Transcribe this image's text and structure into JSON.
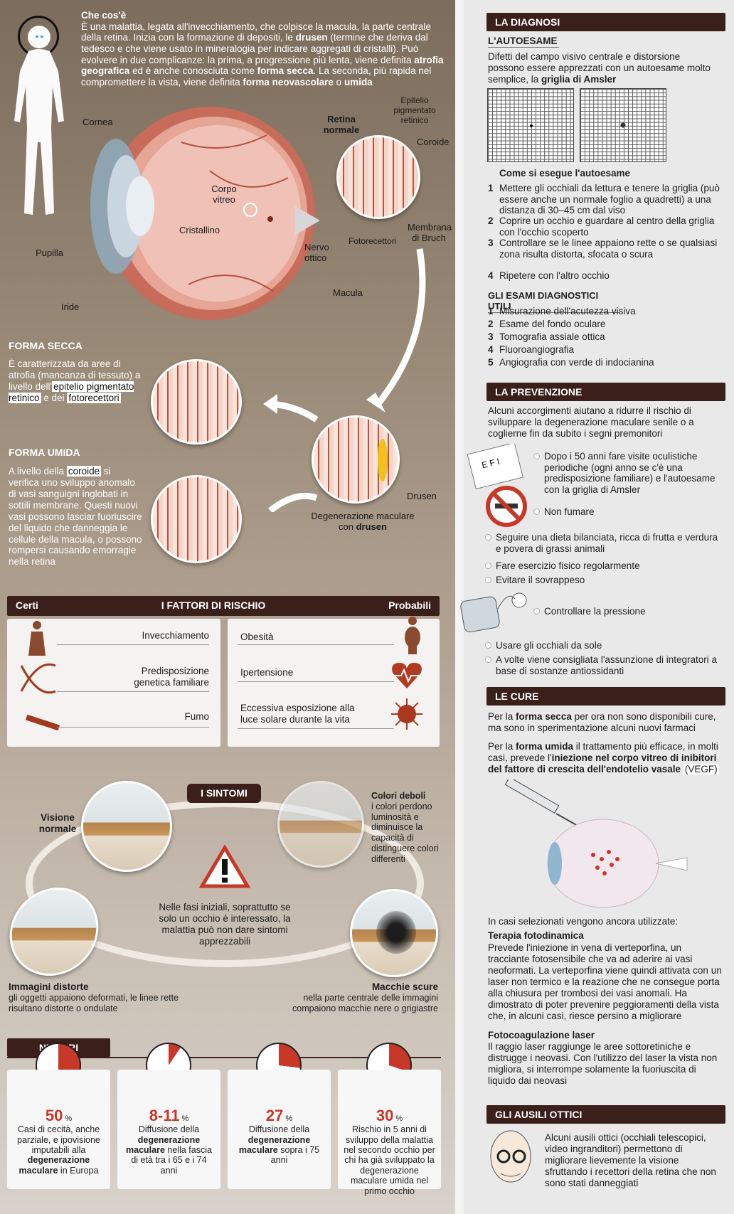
{
  "intro": {
    "title": "Che cos'è",
    "p1": "È una malattia, legata all'invecchiamento, che colpisce la macula, la parte centrale della retina. Inizia con la formazione di depositi, le ",
    "drusen": "drusen",
    "p2": " (termine che deriva dal tedesco e che viene usato in mineralogia per indicare aggregati di cristalli). Può evolvere in due complicanze: la prima, a progressione più lenta, viene definita ",
    "atrofia": "atrofia geografica",
    "p3": " ed è anche conosciuta come ",
    "secca": "forma secca",
    "p4": ". La seconda, più rapida nel compromettere la vista, viene definita ",
    "neo": "forma neovascolare",
    "p5": " o ",
    "umida": "umida"
  },
  "eye_labels": {
    "cornea": "Cornea",
    "corpo_vitreo": "Corpo vitreo",
    "cristallino": "Cristallino",
    "pupilla": "Pupilla",
    "iride": "Iride",
    "nervo_ottico": "Nervo ottico",
    "macula": "Macula",
    "retina_normale": "Retina normale",
    "epitelio": "Epitelio pigmentato retinico",
    "coroide": "Coroide",
    "membrana": "Membrana di Bruch",
    "fotorecettori": "Fotorecettori",
    "drusen": "Drusen",
    "degenerazione": "Degenerazione maculare con ",
    "degenerazione_b": "drusen"
  },
  "forma_secca": {
    "title": "FORMA SECCA",
    "t1": "È caratterizzata da aree di atrofia (mancanza di tessuto) a livello dell'",
    "h1": "epitelio pigmentato retinico",
    "t2": " e dei ",
    "h2": "fotorecettori"
  },
  "forma_umida": {
    "title": "FORMA UMIDA",
    "t1": "A livello della ",
    "h1": "coroide",
    "t2": " si verifica uno sviluppo anomalo di vasi sanguigni inglobati in sottili membrane. Questi nuovi vasi possono lasciar fuoriuscire del liquido che danneggia le cellule della macula, o possono rompersi causando emorragie nella retina"
  },
  "fattori": {
    "certi": "Certi",
    "title": "I FATTORI DI RISCHIO",
    "probabili": "Probabili",
    "left": [
      "Invecchiamento",
      "Predisposizione genetica familiare",
      "Fumo"
    ],
    "right": [
      "Obesità",
      "Ipertensione",
      "Eccessiva esposizione alla luce solare durante la vita"
    ]
  },
  "sintomi": {
    "title": "I SINTOMI",
    "center": "Nelle fasi iniziali, soprattutto se solo un occhio è interessato, la malattia può non dare sintomi apprezzabili",
    "visione_normale": "Visione normale",
    "colori_title": "Colori deboli",
    "colori_text": "i colori perdono luminosità e diminuisce la capacità di distinguere colori differenti",
    "distorte_title": "Immagini distorte",
    "distorte_text": "gli oggetti appaiono deformati, le linee rette risultano distorte o ondulate",
    "macchie_title": "Macchie scure",
    "macchie_text": "nella parte centrale delle immagini compaiono macchie nere o grigiastre"
  },
  "numeri": {
    "title": "NUMERI",
    "items": [
      {
        "value": "50",
        "unit": "%",
        "text1": "Casi di cecità, anche parziale, e ipovisione imputabili alla ",
        "bold": "degenerazione maculare",
        "text2": " in Europa",
        "fraction": 0.5
      },
      {
        "value": "8-11",
        "unit": "%",
        "text1": "Diffusione della ",
        "bold": "degenerazione maculare",
        "text2": " nella fascia di età tra i 65 e i 74 anni",
        "fraction": 0.095
      },
      {
        "value": "27",
        "unit": "%",
        "text1": "Diffusione della ",
        "bold": "degenerazione maculare",
        "text2": " sopra i 75 anni",
        "fraction": 0.27
      },
      {
        "value": "30",
        "unit": "%",
        "text1": "Rischio in 5 anni di sviluppo della malattia nel secondo occhio per chi ha già sviluppato la degenerazione maculare umida nel primo occhio",
        "bold": "",
        "text2": "",
        "fraction": 0.3
      }
    ]
  },
  "diagnosi": {
    "title": "LA DIAGNOSI",
    "autoesame_title": "L'AUTOESAME",
    "autoesame_text": "Difetti del campo visivo centrale e distorsione possono essere apprezzati con un autoesame molto semplice, la ",
    "amsler": "griglia di Amsler",
    "come_title": "Come si esegue l'autoesame",
    "steps": [
      "Mettere gli occhiali da lettura e tenere la griglia (può essere anche un normale foglio a quadretti) a una distanza di 30–45 cm dal viso",
      "Coprire un occhio e guardare al centro della griglia con l'occhio scoperto",
      "Controllare se le linee appaiono rette o se qualsiasi zona risulta distorta, sfocata o scura",
      "Ripetere con l'altro occhio"
    ],
    "esami_title": "GLI ESAMI DIAGNOSTICI UTILI",
    "esami": [
      "Misurazione dell'acutezza visiva",
      "Esame del fondo oculare",
      "Tomografia assiale ottica",
      "Fluoroangiografia",
      "Angiografia con verde di indocianina"
    ]
  },
  "prevenzione": {
    "title": "LA PREVENZIONE",
    "intro": "Alcuni accorgimenti aiutano a ridurre il rischio di sviluppare la degenerazione maculare senile o a coglierne fin da subito i segni premonitori",
    "items": [
      "Dopo i 50 anni fare visite oculistiche periodiche (ogni anno se c'è una predisposizione familiare) e l'autoesame con la griglia di Amsler",
      "Non fumare",
      "Seguire una dieta bilanciata, ricca di frutta e verdura e povera di grassi animali",
      "Fare esercizio fisico regolarmente",
      "Evitare il sovrappeso",
      "Controllare la pressione",
      "Usare gli occhiali da sole",
      "A volte viene consigliata l'assunzione di integratori a base di sostanze antiossidanti"
    ]
  },
  "cure": {
    "title": "LE CURE",
    "p1a": "Per la ",
    "p1b": "forma secca",
    "p1c": " per ora non sono disponibili cure, ma sono in sperimentazione alcuni nuovi farmaci",
    "p2a": "Per la ",
    "p2b": "forma umida",
    "p2c": " il trattamento più efficace, in molti casi, prevede l'",
    "p2d": "iniezione nel corpo vitreo di inibitori del fattore di crescita dell'endotelio vasale",
    "p2e": "(VEGF)",
    "p3": "In casi selezionati vengono ancora utilizzate:",
    "foto_title": "Terapia fotodinamica",
    "foto_text": "Prevede l'iniezione in vena di verteporfina, un tracciante fotosensibile che va ad aderire ai vasi neoformati. La verteporfina viene quindi attivata con un laser non termico e la reazione che ne consegue porta alla chiusura per trombosi dei vasi anomali. Ha dimostrato di poter prevenire peggioramenti della vista che, in alcuni casi, riesce persino a migliorare",
    "laser_title": "Fotocoagulazione laser",
    "laser_text": "Il raggio laser raggiunge le aree sottoretiniche e distrugge i neovasi. Con l'utilizzo del laser la vista non migliora, si interrompe solamente la fuoriuscita di liquido dai neovasi"
  },
  "ausili": {
    "title": "GLI AUSILI OTTICI",
    "text": "Alcuni ausili ottici (occhiali telescopici, video ingranditori) permettono di migliorare lievemente la visione sfruttando i recettori della retina che non sono stati danneggiati"
  },
  "colors": {
    "dark": "#3a1f1a",
    "accent": "#c73828"
  },
  "icons": [
    "human-silhouette-icon",
    "eye-cross-section",
    "warning-icon",
    "syringe-icon",
    "no-smoking-icon",
    "blood-pressure-icon",
    "eye-chart-icon",
    "old-man-icon",
    "heart-icon",
    "sun-icon",
    "dna-icon",
    "cigarette-icon"
  ]
}
